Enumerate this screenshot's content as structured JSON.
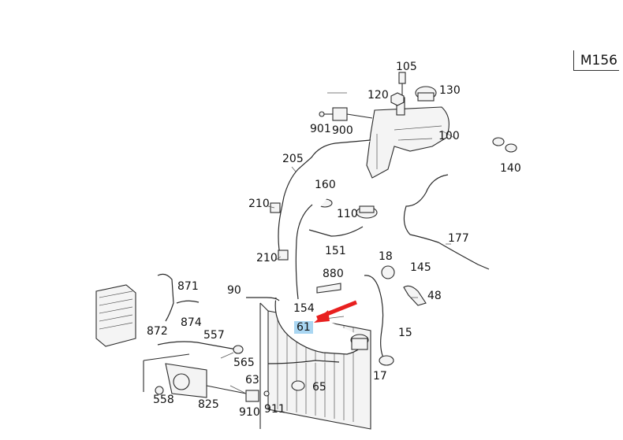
{
  "model": "M156",
  "highlighted_part": "61",
  "arrow_color": "#e8201f",
  "highlight_color": "#a9d6f2",
  "labels": {
    "p105": "105",
    "p120": "120",
    "p130": "130",
    "p901": "901",
    "p900": "900",
    "p100": "100",
    "p140": "140",
    "p205": "205",
    "p160": "160",
    "p210a": "210",
    "p110": "110",
    "p177": "177",
    "p151": "151",
    "p210b": "210",
    "p18": "18",
    "p145": "145",
    "p880": "880",
    "p871": "871",
    "p90": "90",
    "p48": "48",
    "p154": "154",
    "p874": "874",
    "p61": "61",
    "p872": "872",
    "p557": "557",
    "p15": "15",
    "p565": "565",
    "p63": "63",
    "p65": "65",
    "p17": "17",
    "p558": "558",
    "p825": "825",
    "p910": "910",
    "p911": "911"
  }
}
